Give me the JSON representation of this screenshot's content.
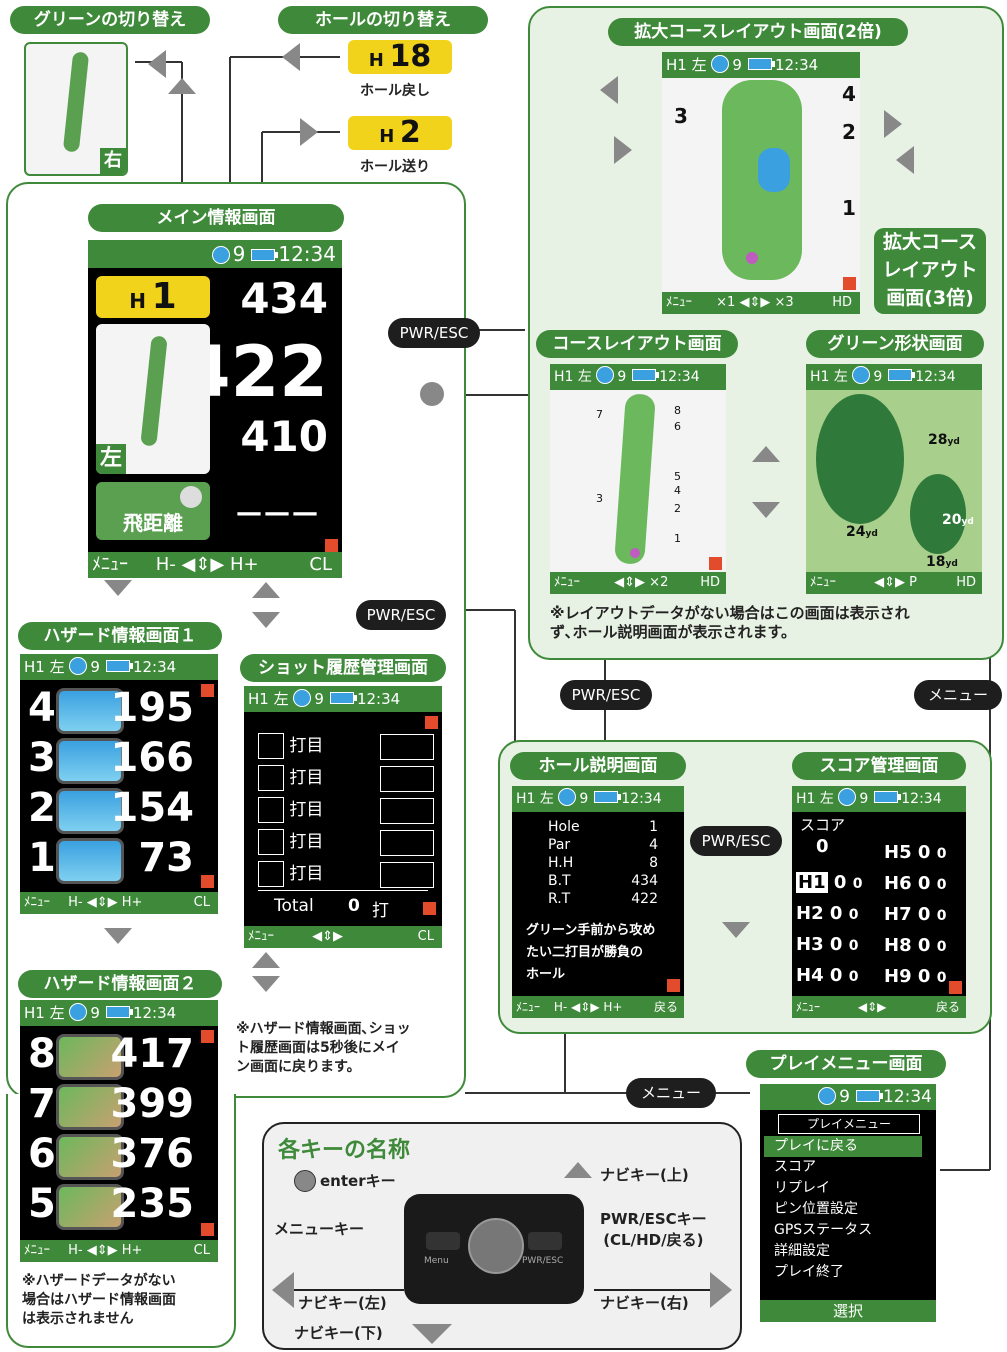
{
  "banners": {
    "green_switch": "グリーンの切り替え",
    "hole_switch": "ホールの切り替え",
    "zoom2": "拡大コースレイアウト画面(2倍)",
    "main": "メイン情報画面",
    "course_layout": "コースレイアウト画面",
    "green_shape": "グリーン形状画面",
    "hazard1": "ハザード情報画面１",
    "shot_history": "ショット履歴管理画面",
    "hazard2": "ハザード情報画面２",
    "hole_desc": "ホール説明画面",
    "score": "スコア管理画面",
    "play_menu": "プレイメニュー画面",
    "keys": "各キーの名称"
  },
  "hole_switch": {
    "back_box": "18",
    "back_label": "ホール戻し",
    "fwd_box": "2",
    "fwd_label": "ホール送り",
    "h": "H"
  },
  "green_side_right": "右",
  "status": {
    "hole": "H1",
    "side": "左",
    "sats": "9",
    "time": "12:34"
  },
  "main_screen": {
    "hole_h": "H",
    "hole_num": "1",
    "back": "434",
    "center": "422",
    "front": "410",
    "side": "左",
    "distance_label": "飛距離",
    "dashes": "———",
    "footer_menu": "ﾒﾆｭｰ",
    "footer_hminus": "H-",
    "footer_hplus": "H+",
    "footer_cl": "CL"
  },
  "zoom2_screen": {
    "labels": [
      "4",
      "3",
      "2",
      "1"
    ],
    "footer_menu": "ﾒﾆｭｰ",
    "footer_x1": "×1",
    "footer_x3": "×3",
    "footer_hd": "HD"
  },
  "zoom3_label": "拡大コース\nレイアウト\n画面(3倍)",
  "pills": {
    "pwr_esc": "PWR/ESC",
    "menu": "メニュー"
  },
  "course_layout_screen": {
    "labels": [
      "8",
      "6",
      "7",
      "5",
      "4",
      "3",
      "2",
      "1"
    ],
    "footer_menu": "ﾒﾆｭｰ",
    "footer_x2": "×2",
    "footer_hd": "HD"
  },
  "green_screen": {
    "d28": "28",
    "d24": "24",
    "d20": "20",
    "d18": "18",
    "yd": "yd",
    "footer_menu": "ﾒﾆｭｰ",
    "footer_p": "P",
    "footer_hd": "HD"
  },
  "notes": {
    "layout_note": "※レイアウトデータがない場合はこの画面は表示され\nず､ホール説明画面が表示されます。",
    "hazard_return": "※ハザード情報画面､ショッ\nト履歴画面は5秒後にメイ\nン画面に戻ります。",
    "no_hazard": "※ハザードデータがない\n場合はハザード情報画面\nは表示されません"
  },
  "hazard1_rows": [
    {
      "num": "4",
      "yd": "195"
    },
    {
      "num": "3",
      "yd": "166"
    },
    {
      "num": "2",
      "yd": "154"
    },
    {
      "num": "1",
      "yd": "73"
    }
  ],
  "hazard2_rows": [
    {
      "num": "8",
      "yd": "417"
    },
    {
      "num": "7",
      "yd": "399"
    },
    {
      "num": "6",
      "yd": "376"
    },
    {
      "num": "5",
      "yd": "235"
    }
  ],
  "shot_history": {
    "rows": [
      "打目",
      "打目",
      "打目",
      "打目",
      "打目"
    ],
    "total_label": "Total",
    "total_value": "0",
    "total_unit": "打",
    "footer_menu": "ﾒﾆｭｰ",
    "footer_cl": "CL"
  },
  "hole_desc": {
    "rows": [
      {
        "k": "Hole",
        "v": "1"
      },
      {
        "k": "Par",
        "v": "4"
      },
      {
        "k": "H.H",
        "v": "8"
      },
      {
        "k": "B.T",
        "v": "434"
      },
      {
        "k": "R.T",
        "v": "422"
      }
    ],
    "text": "グリーン手前から攻め\nたい二打目が勝負の\nホール",
    "footer_menu": "ﾒﾆｭｰ",
    "footer_hminus": "H-",
    "footer_hplus": "H+",
    "footer_back": "戻る"
  },
  "score": {
    "label": "スコア",
    "total": "0",
    "left": [
      {
        "h": "H1",
        "a": "0",
        "b": "0"
      },
      {
        "h": "H2",
        "a": "0",
        "b": "0"
      },
      {
        "h": "H3",
        "a": "0",
        "b": "0"
      },
      {
        "h": "H4",
        "a": "0",
        "b": "0"
      }
    ],
    "right": [
      {
        "h": "H5",
        "a": "0",
        "b": "0"
      },
      {
        "h": "H6",
        "a": "0",
        "b": "0"
      },
      {
        "h": "H7",
        "a": "0",
        "b": "0"
      },
      {
        "h": "H8",
        "a": "0",
        "b": "0"
      },
      {
        "h": "H9",
        "a": "0",
        "b": "0"
      }
    ],
    "footer_menu": "ﾒﾆｭｰ",
    "footer_back": "戻る"
  },
  "play_menu": {
    "title": "プレイメニュー",
    "items": [
      "プレイに戻る",
      "スコア",
      "リプレイ",
      "ピン位置設定",
      "GPSステータス",
      "詳細設定",
      "プレイ終了"
    ],
    "select": "選択"
  },
  "keys": {
    "enter": "enterキー",
    "nav_up": "ナビキー(上)",
    "menu_key": "メニューキー",
    "pwr_key": "PWR/ESCキー",
    "pwr_sub": "(CL/HD/戻る)",
    "nav_left": "ナビキー(左)",
    "nav_right": "ナビキー(右)",
    "nav_down": "ナビキー(下)",
    "device_menu": "Menu",
    "device_pwr": "PWR/ESC"
  },
  "colors": {
    "green": "#3f8a3a",
    "yellow": "#f2d31b",
    "accent_blue": "#3aa0e0",
    "red": "#e24b2b"
  }
}
